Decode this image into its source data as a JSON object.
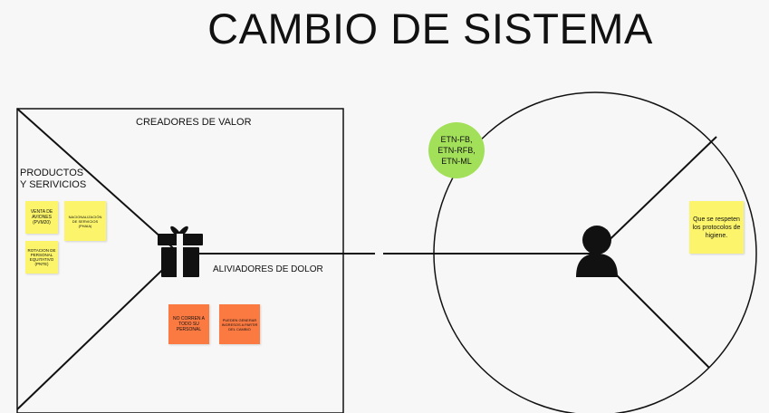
{
  "title": "CAMBIO DE SISTEMA",
  "value_map": {
    "creators_label": "CREADORES DE VALOR",
    "products_label": "PRODUCTOS\nY SERIVICIOS",
    "relievers_label": "ALIVIADORES DE DOLOR",
    "gift_icon": "gift-icon",
    "product_notes": [
      "VENTA DE AVIONES (PVM20)",
      "NACIONALIZACIÓN DE SERVICIOS (PHAIA)",
      "ROTACION DE PERSONAL EQUITATIVO (PNTE)"
    ],
    "reliever_notes": [
      "NO CORREN A TODO SU PERSONAL",
      "PUEDEN GENERAR INGRESOS A PARTIR DEL CAMBIO"
    ]
  },
  "customer_profile": {
    "segment_text": "ETN-FB,\nETN-RFB,\nETN-ML",
    "person_icon": "person-icon",
    "gain_note": "Que se respeten los protocolos de higiene."
  },
  "colors": {
    "yellow_note": "#fcf56c",
    "orange_note": "#fb7a42",
    "green_circle": "#a3e05a",
    "line": "#111111"
  }
}
